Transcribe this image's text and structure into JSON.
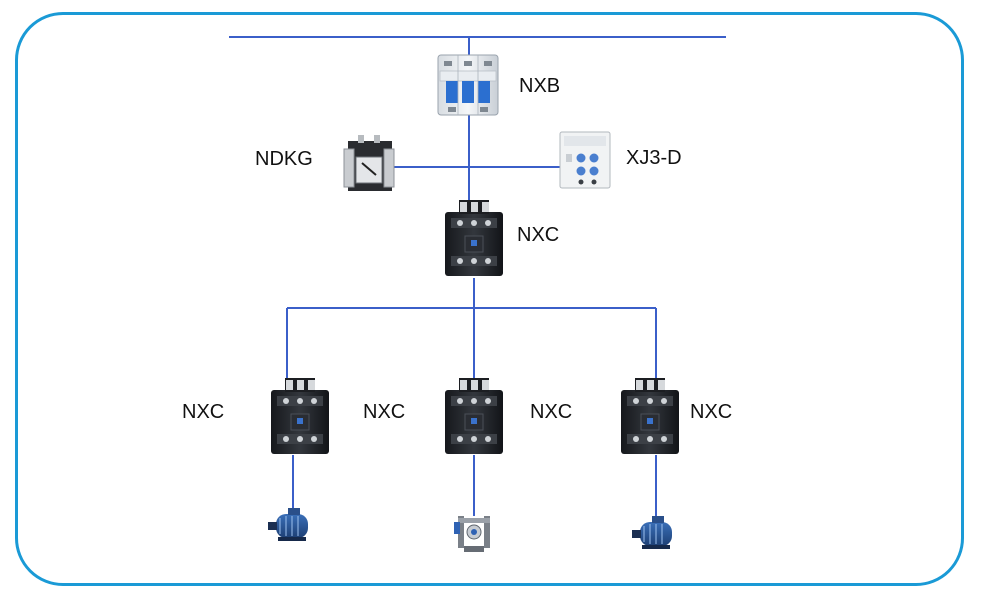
{
  "diagram": {
    "frame_color": "#1a9ad6",
    "wire_color": "#3b5fc9",
    "labels": {
      "breaker": "NXB",
      "transformer": "NDKG",
      "relay": "XJ3-D",
      "main_contactor": "NXC",
      "contactor_1": "NXC",
      "contactor_2": "NXC",
      "contactor_3": "NXC",
      "contactor_4": "NXC"
    },
    "icons": {
      "breaker": "circuit-breaker-icon",
      "transformer": "control-transformer-icon",
      "relay": "protection-relay-icon",
      "contactor": "ac-contactor-icon",
      "motor": "motor-icon",
      "brake": "thruster-brake-icon"
    }
  }
}
